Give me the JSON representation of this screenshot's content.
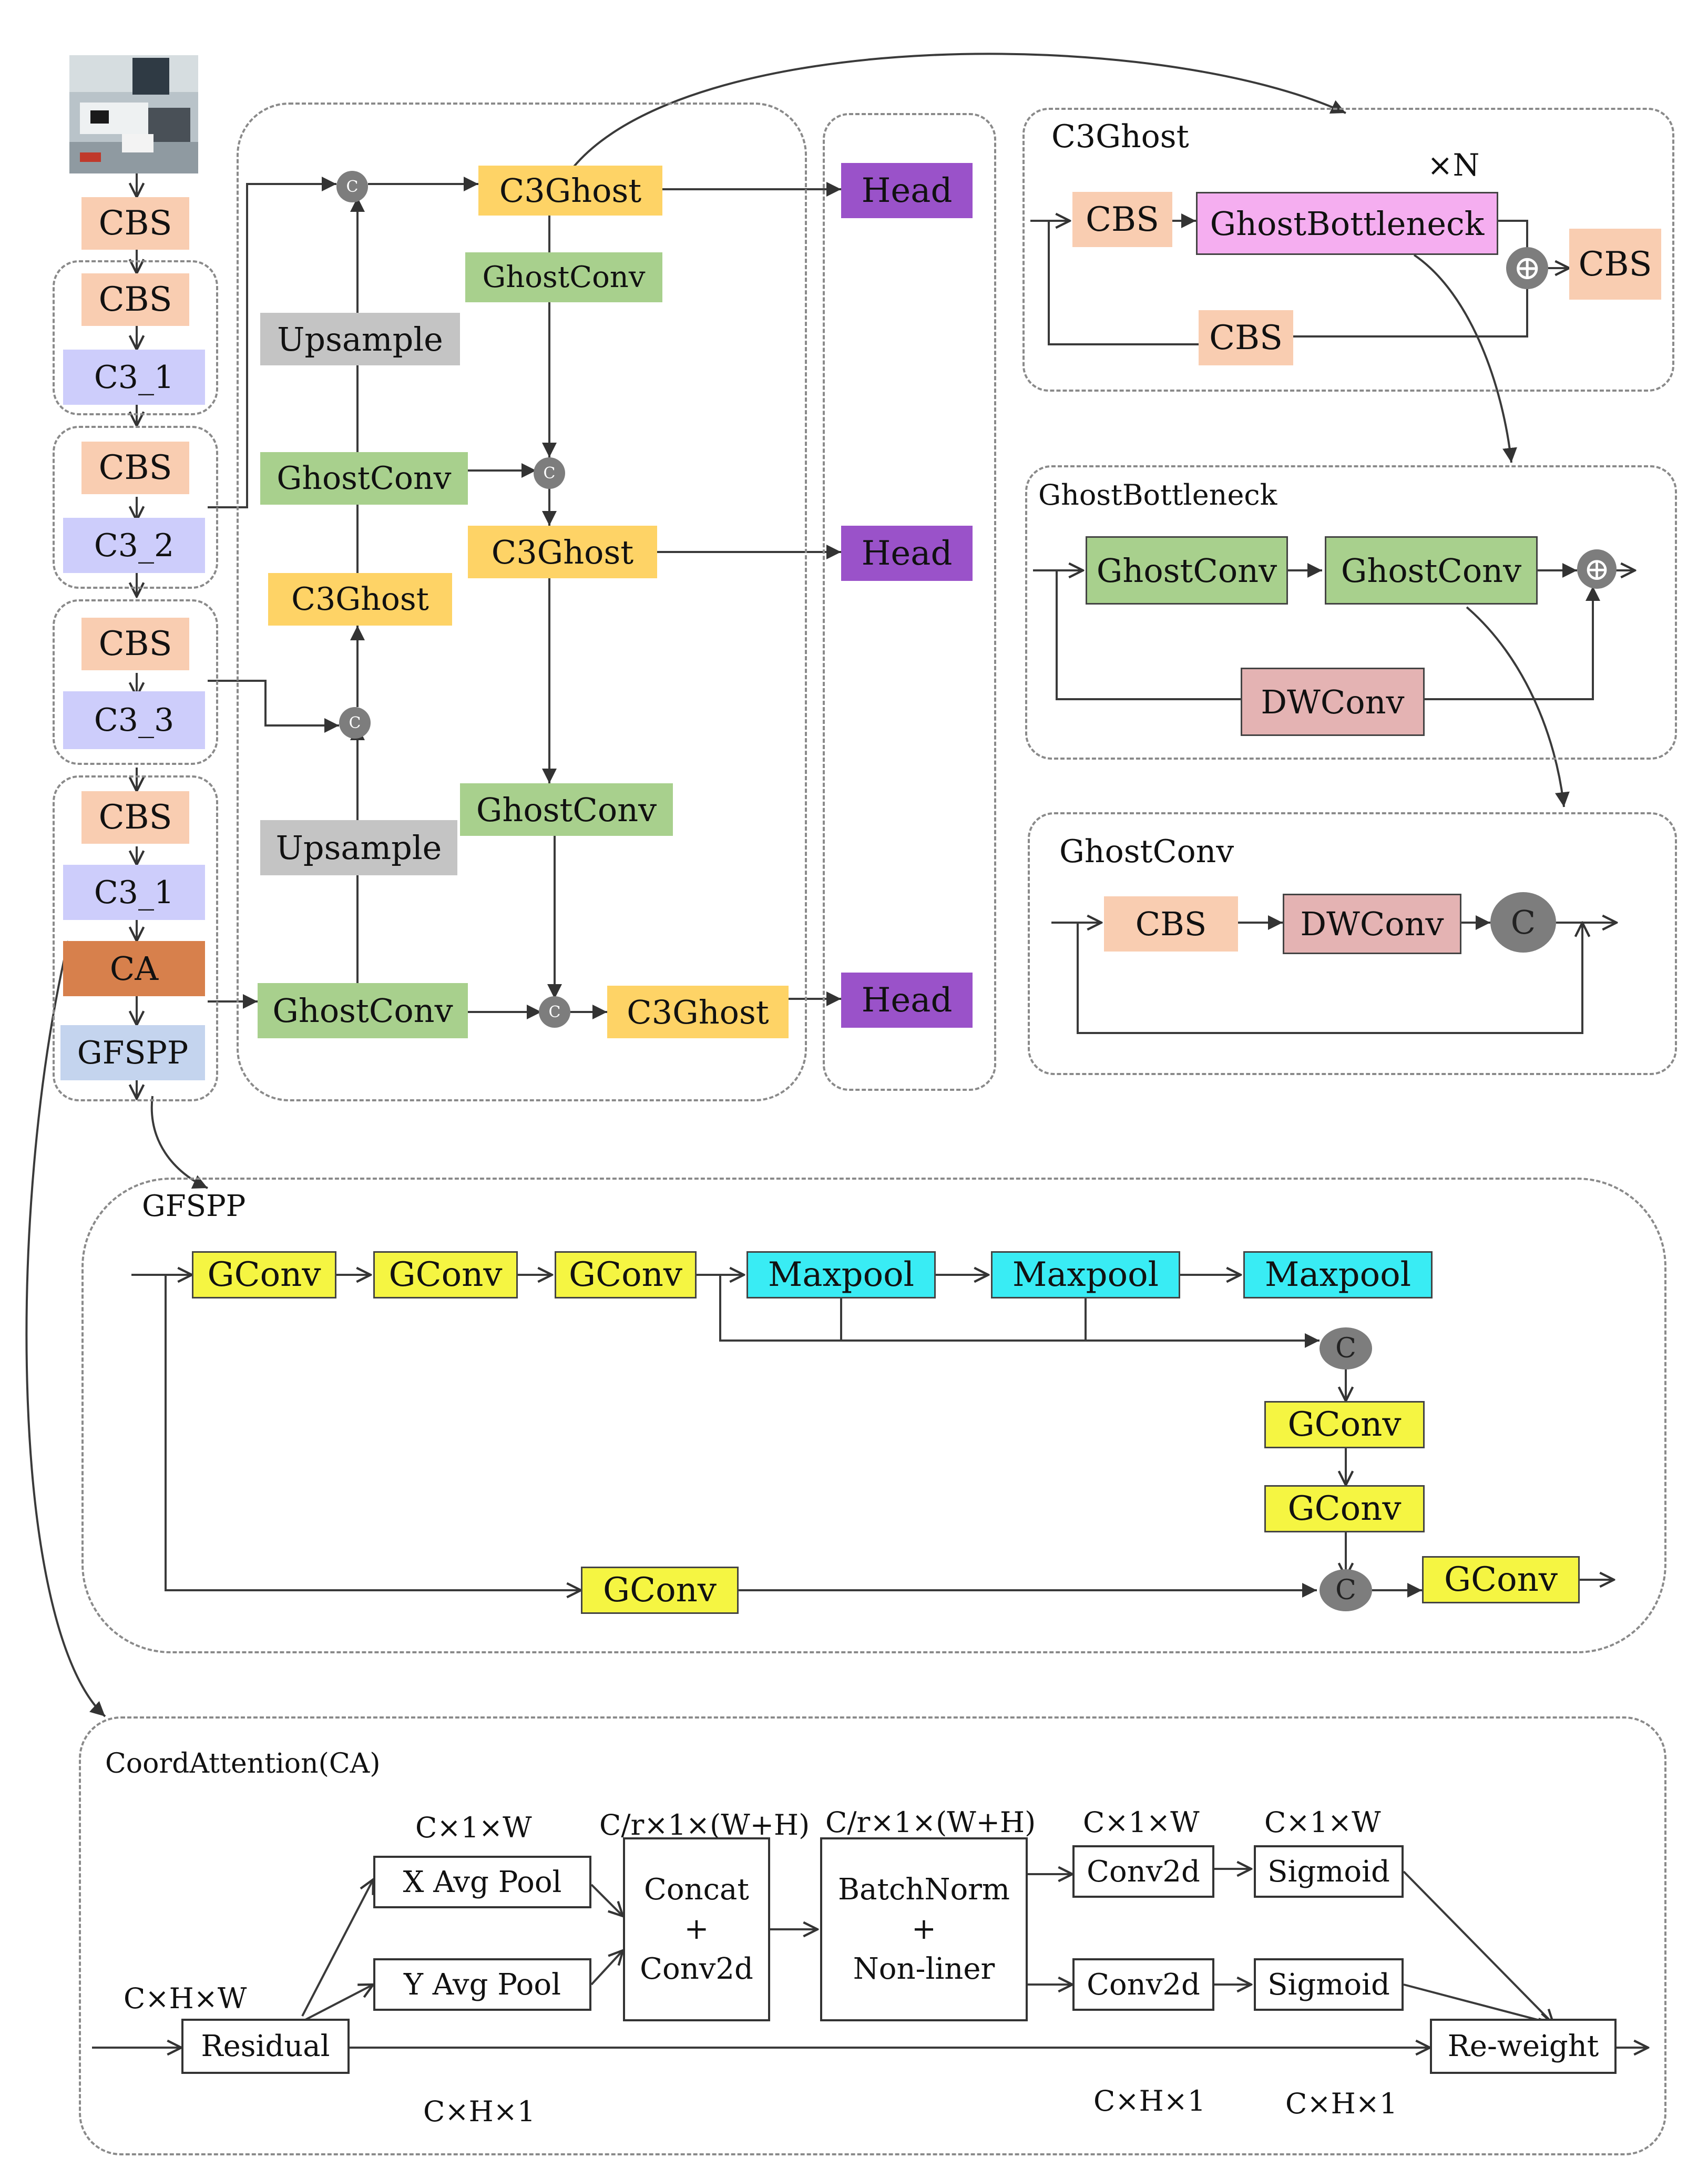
{
  "colors": {
    "cbs": "#f9cdb1",
    "c3": "#cdcdfb",
    "ghostconv": "#a8d08d",
    "c3ghost": "#fed366",
    "upsample": "#c4c4c4",
    "head": "#9a52c9",
    "ca": "#d7804c",
    "gfspp": "#c4d4ee",
    "gconv": "#f5f542",
    "maxpool": "#39ecf4",
    "ghostbottleneck": "#f5aef0",
    "dwconv": "#e4b3b3",
    "concat_node": "#7d7d7d"
  },
  "backbone": {
    "image_icon": "input-photo",
    "cbs": "CBS",
    "c3_1": "C3_1",
    "c3_2": "C3_2",
    "c3_3": "C3_3",
    "ca": "CA",
    "gfspp": "GFSPP"
  },
  "neck": {
    "c3ghost": "C3Ghost",
    "ghostconv": "GhostConv",
    "upsample": "Upsample",
    "concat": "C"
  },
  "heads": {
    "label": "Head"
  },
  "c3ghost_module": {
    "title": "C3Ghost",
    "repeat": "×N",
    "cbs": "CBS",
    "bottleneck": "GhostBottleneck"
  },
  "ghostbottleneck_module": {
    "title": "GhostBottleneck",
    "ghostconv": "GhostConv",
    "dwconv": "DWConv"
  },
  "ghostconv_module": {
    "title": "GhostConv",
    "cbs": "CBS",
    "dwconv": "DWConv",
    "concat": "C"
  },
  "gfspp_module": {
    "title": "GFSPP",
    "gconv": "GConv",
    "maxpool": "Maxpool",
    "concat": "C"
  },
  "ca_module": {
    "title": "CoordAttention(CA)",
    "x_avg_pool": "X Avg Pool",
    "y_avg_pool": "Y Avg Pool",
    "concat": "Concat",
    "plus": "+",
    "conv2d": "Conv2d",
    "batchnorm": "BatchNorm",
    "nonliner": "Non-liner",
    "sigmoid": "Sigmoid",
    "residual": "Residual",
    "reweight": "Re-weight",
    "dim_chw": "C×H×W",
    "dim_c1w": "C×1×W",
    "dim_cr": "C/r×1×(W+H)",
    "dim_ch1": "C×H×1"
  }
}
